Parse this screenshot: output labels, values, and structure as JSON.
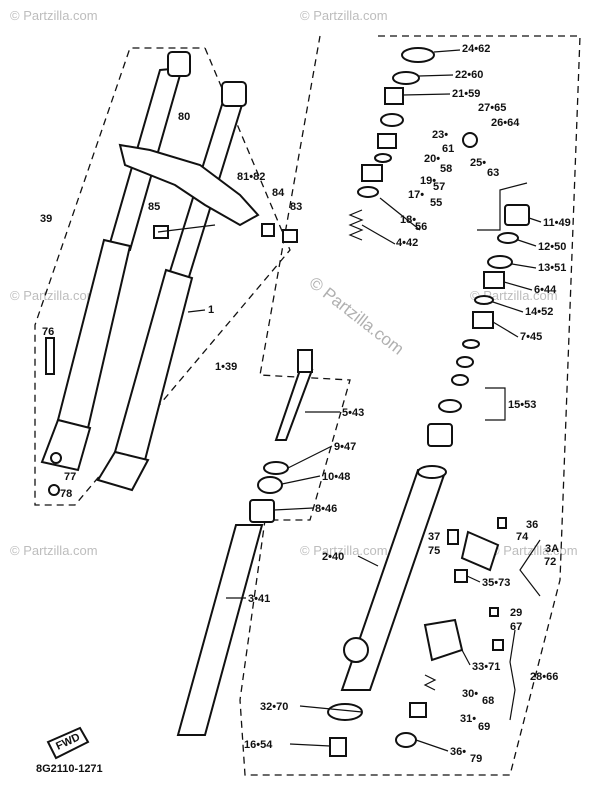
{
  "watermark": {
    "small": "© Partzilla.com",
    "center": "© Partzilla.com"
  },
  "drawing_code": "8G2110-1271",
  "fwd_label": "FWD",
  "callouts": {
    "c24": "24•62",
    "c22": "22•60",
    "c21": "21•59",
    "c27": "27•65",
    "c26": "26•64",
    "c23": "23•",
    "c61": "61",
    "c20": "20•",
    "c58": "58",
    "c25": "25•",
    "c63": "63",
    "c19": "19•",
    "c57": "57",
    "c17": "17•",
    "c55": "55",
    "c18": "18•",
    "c56": "56",
    "c4": "4•42",
    "c11": "11•49",
    "c12": "12•50",
    "c13": "13•51",
    "c6": "6•44",
    "c14": "14•52",
    "c7": "7•45",
    "c15": "15•53",
    "c80": "80",
    "c81": "81•82",
    "c84": "84",
    "c83": "83",
    "c85": "85",
    "c39": "39",
    "c1": "1",
    "c76": "76",
    "c77": "77",
    "c78": "78",
    "c139": "1•39",
    "c5": "5•43",
    "c9": "9•47",
    "c10": "10•48",
    "c8": "8•46",
    "c3": "3•41",
    "c2": "2•40",
    "c37": "37",
    "c75": "75",
    "c36": "36",
    "c74": "74",
    "c3a": "3A",
    "c72": "72",
    "c35": "35•73",
    "c29": "29",
    "c67": "67",
    "c33": "33•71",
    "c28": "28•66",
    "c30": "30•",
    "c68": "68",
    "c31": "31•",
    "c69": "69",
    "c32": "32•70",
    "c16": "16•54",
    "c36b": "36•",
    "c79": "79"
  }
}
